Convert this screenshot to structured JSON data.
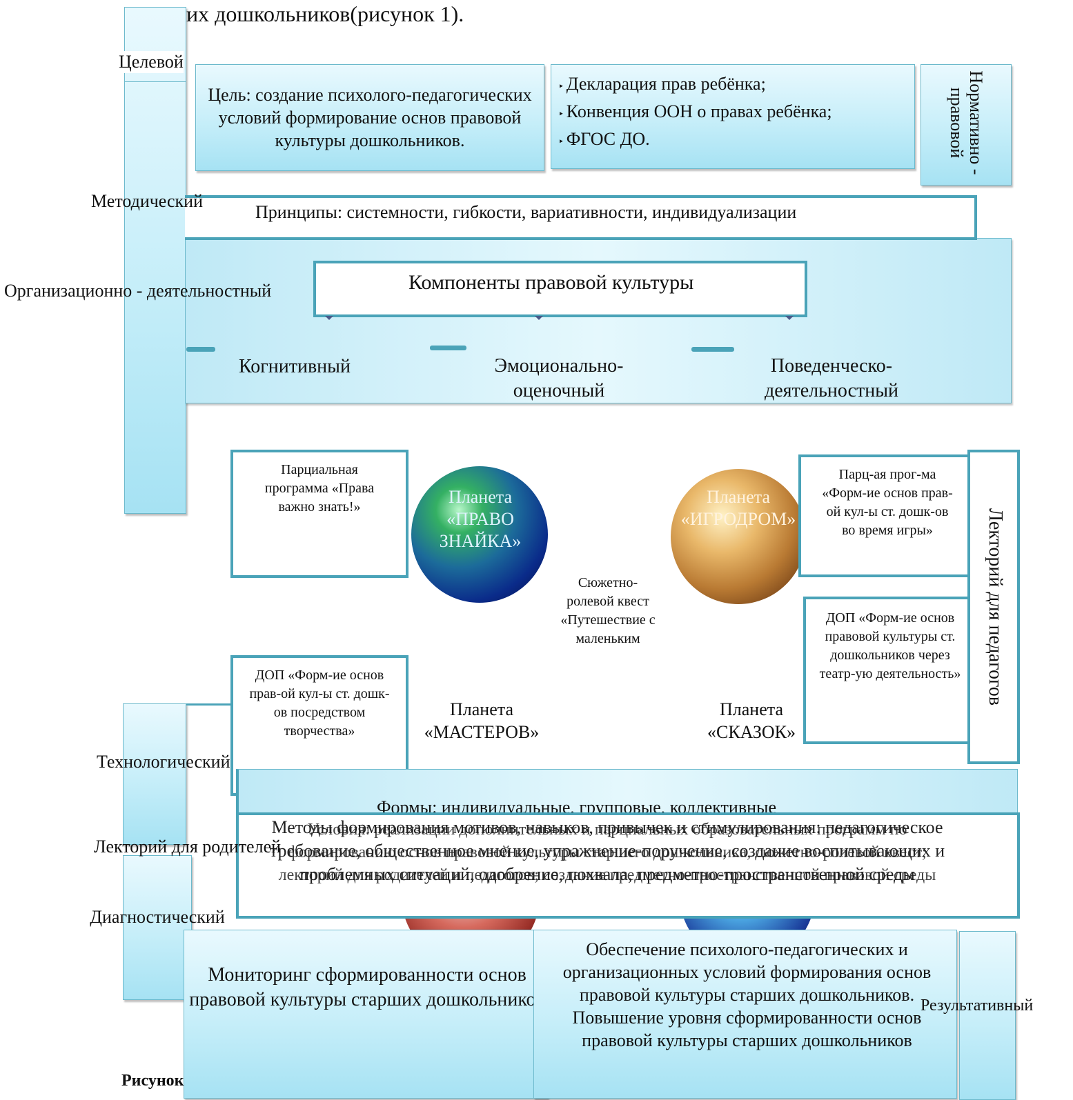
{
  "top_text": "их дошкольников(рисунок 1).",
  "levels": {
    "target": "Целевой",
    "methodical": "Методический",
    "org": "Организационно - деятельностный",
    "tech": "Технологический",
    "parents": "Лекторий для родителей",
    "diag": "Диагностический",
    "result": "Результативный",
    "normative": "Нормативно - правовой"
  },
  "goal": "Цель: создание психолого-педагогических условий формирование основ правовой культуры дошкольников.",
  "docs": [
    "Декларация прав ребёнка;",
    "Конвенция ООН о правах ребёнка;",
    "ФГОС ДО."
  ],
  "principles": "Принципы: системности, гибкости, вариативности, индивидуализации",
  "components": {
    "title": "Компоненты правовой культуры",
    "items": [
      "Когнитивный",
      "Эмоционально-оценочный",
      "Поведенческо-деятельностный"
    ]
  },
  "programs": {
    "partial": "Парциальная программа «Права важно знать!»",
    "partial_game": "Парц-ая прог-ма «Форм-ие основ прав-ой кул-ы ст. дошк-ов во время игры»",
    "dop_theatre": "ДОП «Форм-ие основ правовой культуры ст. дошкольников через театр-ую деятельность»",
    "dop_art": "ДОП «Форм-ие основ прав-ой кул-ы ст. дошк-ов посредством творчества»"
  },
  "planets": {
    "pravo": "Планета «ПРАВО ЗНАЙКА»",
    "igro": "Планета «ИГРОДРОМ»",
    "masters": "Планета «МАСТЕРОВ»",
    "tales": "Планета «СКАЗОК»"
  },
  "quest": "Сюжетно-ролевой квест «Путешествие с маленьким",
  "lecture_teachers": "Лекторий для педагогов",
  "forms": "Формы: индивидуальные, групповые, коллективные",
  "methods_overlap": [
    "Методы формирования мотивов, навыков, привычек и стимулирования: педагогическое",
    "требование, общественное мнение, упражнение-поручение, создание воспитывающих и",
    "проблемных ситуаций, одобрение, похвала, предметно-пространственной среды"
  ],
  "conditions_overlap": [
    "Условия: реализации дополнительных и парциальных образовательных программ по",
    "формированию основ правовой культуры старшего дошкольника, сюжетно-ролевой квест;",
    "лекторий для родителей и педагогов; создание предметно-пространственной правовой среды"
  ],
  "monitoring": "Мониторинг сформированности основ правовой культуры старших дошкольников",
  "result_text": "Обеспечение психолого-педагогических и организационных условий формирования основ правовой культуры старших дошкольников. Повышение уровня сформированности основ правовой культуры старших дошкольников",
  "figure_caption": "Рисунок"
}
